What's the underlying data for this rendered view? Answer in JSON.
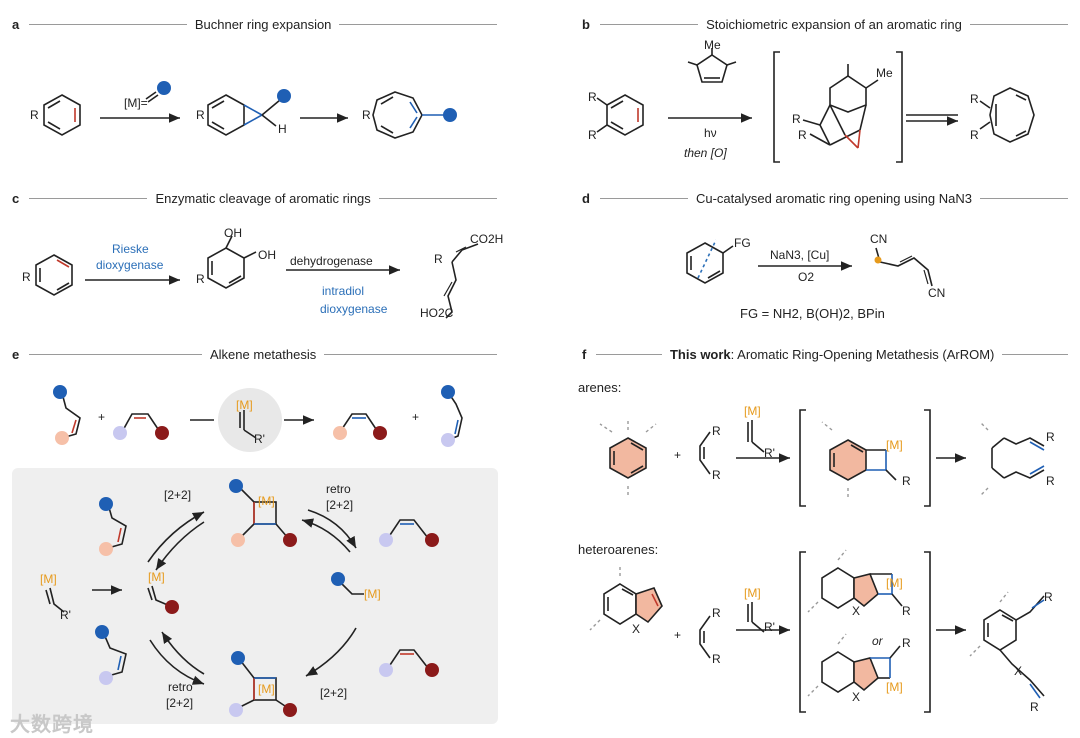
{
  "panels": {
    "a": {
      "letter": "a",
      "title": "Buchner ring expansion",
      "reagent": "[M]=",
      "sub_r": "R",
      "h": "H"
    },
    "b": {
      "letter": "b",
      "title": "Stoichiometric expansion of an aromatic ring",
      "me": "Me",
      "hv": "hν",
      "then": "then [O]",
      "r": "R"
    },
    "c": {
      "letter": "c",
      "title": "Enzymatic cleavage of aromatic rings",
      "enzyme1_line1": "Rieske",
      "enzyme1_line2": "dioxygenase",
      "enzyme2": "dehydrogenase",
      "enzyme3_line1": "intradiol",
      "enzyme3_line2": "dioxygenase",
      "oh": "OH",
      "co2h": "CO2H",
      "ho2c": "HO2C",
      "r": "R"
    },
    "d": {
      "letter": "d",
      "title": "Cu-catalysed aromatic ring opening using NaN3",
      "fg": "FG",
      "cond1": "NaN3, [Cu]",
      "cond2": "O2",
      "cn": "CN",
      "footnote": "FG = NH2, B(OH)2, BPin"
    },
    "e": {
      "letter": "e",
      "title": "Alkene metathesis",
      "plus": "+",
      "m": "[M]",
      "rp": "R'",
      "cyc1": "[2+2]",
      "retro": "retro",
      "cyc2": "[2+2]"
    },
    "f": {
      "letter": "f",
      "title_bold": "This work",
      "title_rest": ": Aromatic Ring-Opening Metathesis (ArROM)",
      "arenes": "arenes:",
      "heteroarenes": "heteroarenes:",
      "or": "or",
      "x": "X",
      "r": "R",
      "m": "[M]",
      "rp": "R'"
    }
  },
  "watermark": "大数跨境",
  "colors": {
    "blue": "#1f5fb4",
    "red": "#c0392b",
    "orange": "#e69a1c",
    "salmon": "#f2b8a0",
    "lavender": "#c8c8f0",
    "darkred": "#8b1a1a",
    "peach": "#f6c0a8"
  }
}
